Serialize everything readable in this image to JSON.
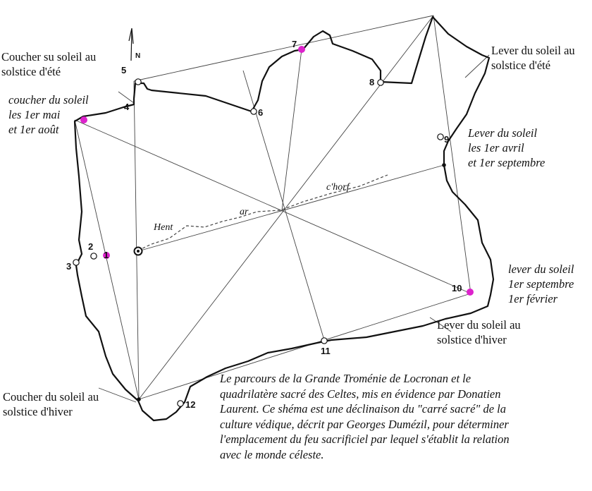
{
  "labels": {
    "summer_sunset": [
      "Coucher su soleil au",
      "solstice d'été"
    ],
    "may_aug_sunset": [
      "coucher du soleil",
      "les 1er mai",
      "et 1er août"
    ],
    "summer_sunrise": [
      "Lever du soleil au",
      "solstice d'été"
    ],
    "april_sep_sunrise": [
      "Lever du soleil",
      "les  1er avril",
      "et 1er septembre"
    ],
    "sep_feb_sunrise": [
      "lever du soleil",
      "1er septembre",
      "1er février"
    ],
    "winter_sunrise": [
      "Lever du soleil au",
      "solstice d'hiver"
    ],
    "winter_sunset": [
      "Coucher du soleil au",
      "solstice d'hiver"
    ]
  },
  "path_labels": {
    "hent": "Hent",
    "ar": "ar",
    "chorf": "c'horf"
  },
  "compass": {
    "north": "N"
  },
  "stations": [
    "1",
    "2",
    "3",
    "4",
    "5",
    "6",
    "7",
    "8",
    "9",
    "10",
    "11",
    "12"
  ],
  "highlighted_stations": [
    "1",
    "4",
    "7",
    "10"
  ],
  "colors": {
    "highlight": "#dd22cc",
    "ink": "#111111"
  },
  "caption": [
    "Le parcours de la Grande Troménie de Locronan et le",
    "quadrilatère sacré des Celtes, mis en évidence par Donatien",
    "Laurent. Ce shéma est une déclinaison du \"carré sacré\" de la",
    "culture védique, décrit par Georges Dumézil, pour déterminer",
    "l'emplacement du feu sacrificiel par lequel s'établit la relation",
    "avec le monde céleste."
  ]
}
